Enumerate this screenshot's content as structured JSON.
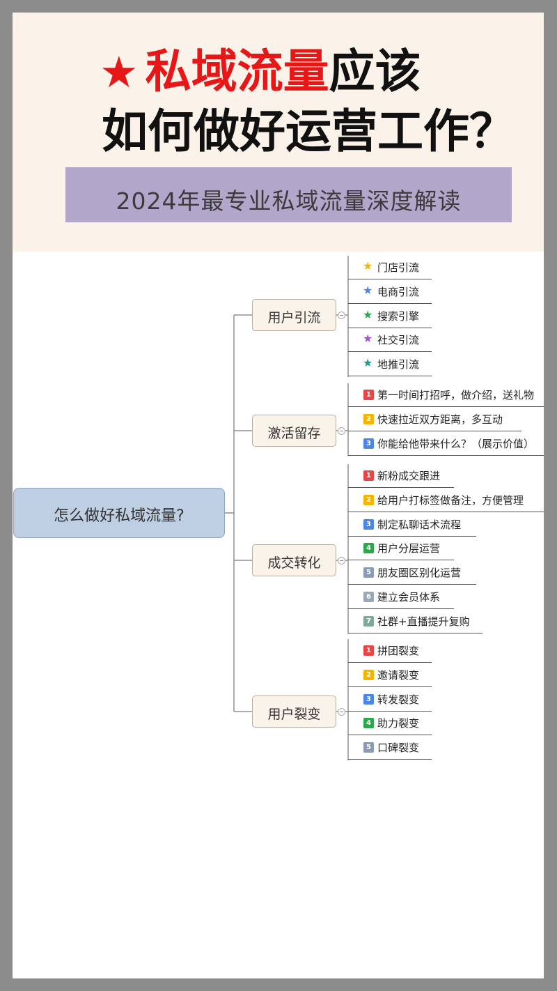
{
  "header": {
    "star_glyph": "★",
    "title_red": "私域流量",
    "title_black": "应该",
    "title_line2": "如何做好运营工作？",
    "banner": "2024年最专业私域流量深度解读",
    "colors": {
      "red": "#e81717",
      "banner": "#b3a6cb",
      "header_bg": "#fbf2ea"
    }
  },
  "mindmap": {
    "root": "怎么做好私域流量?",
    "branches": [
      {
        "label": "用户引流",
        "items": [
          {
            "marker": "star",
            "color": "#f2b311",
            "text": "门店引流"
          },
          {
            "marker": "star",
            "color": "#4a86e8",
            "text": "电商引流"
          },
          {
            "marker": "star",
            "color": "#2aa84a",
            "text": "搜索引擎"
          },
          {
            "marker": "star",
            "color": "#a654c9",
            "text": "社交引流"
          },
          {
            "marker": "star",
            "color": "#1a9c8c",
            "text": "地推引流"
          }
        ]
      },
      {
        "label": "激活留存",
        "items": [
          {
            "marker": "1",
            "color": "#e84545",
            "text": "第一时间打招呼，做介绍，送礼物"
          },
          {
            "marker": "2",
            "color": "#f4b400",
            "text": "快速拉近双方距离，多互动"
          },
          {
            "marker": "3",
            "color": "#4a86e8",
            "text": "你能给他带来什么？（展示价值）"
          }
        ]
      },
      {
        "label": "成交转化",
        "items": [
          {
            "marker": "1",
            "color": "#e84545",
            "text": "新粉成交跟进"
          },
          {
            "marker": "2",
            "color": "#f4b400",
            "text": "给用户打标签做备注，方便管理"
          },
          {
            "marker": "3",
            "color": "#4a86e8",
            "text": "制定私聊话术流程"
          },
          {
            "marker": "4",
            "color": "#2aa84a",
            "text": "用户分层运营"
          },
          {
            "marker": "5",
            "color": "#8a9bb5",
            "text": "朋友圈区别化运营"
          },
          {
            "marker": "6",
            "color": "#9aa7b4",
            "text": "建立会员体系"
          },
          {
            "marker": "7",
            "color": "#7fa89a",
            "text": "社群+直播提升复购"
          }
        ]
      },
      {
        "label": "用户裂变",
        "items": [
          {
            "marker": "1",
            "color": "#e84545",
            "text": "拼团裂变"
          },
          {
            "marker": "2",
            "color": "#f4b400",
            "text": "邀请裂变"
          },
          {
            "marker": "3",
            "color": "#4a86e8",
            "text": "转发裂变"
          },
          {
            "marker": "4",
            "color": "#2aa84a",
            "text": "助力裂变"
          },
          {
            "marker": "5",
            "color": "#8a9bb5",
            "text": "口碑裂变"
          }
        ]
      }
    ]
  }
}
